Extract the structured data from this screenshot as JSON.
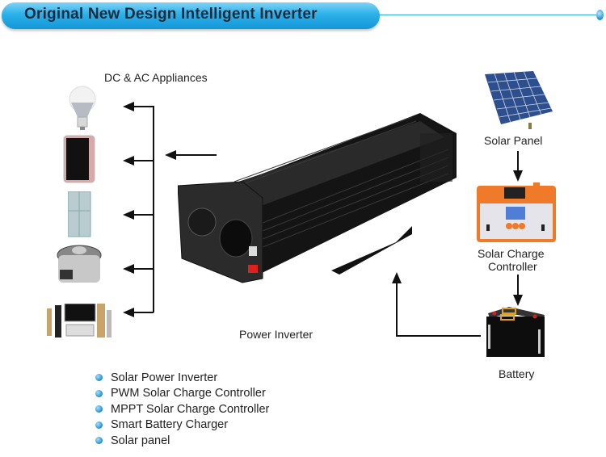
{
  "header": {
    "title": "Original New Design Intelligent Inverter",
    "colors": {
      "banner": "#1fa4e4",
      "title_text": "#1b2a3a"
    }
  },
  "appliances": {
    "label": "DC & AC Appliances",
    "items": [
      {
        "name": "light-bulb",
        "icon": "bulb-icon"
      },
      {
        "name": "smartphone",
        "icon": "phone-icon"
      },
      {
        "name": "refrigerator",
        "icon": "fridge-icon"
      },
      {
        "name": "rice-cooker",
        "icon": "rice-cooker-icon"
      },
      {
        "name": "home-theater",
        "icon": "home-theater-icon"
      }
    ]
  },
  "inverter": {
    "label": "Power Inverter"
  },
  "solar_panel": {
    "label": "Solar Panel"
  },
  "controller": {
    "label_line1": "Solar Charge",
    "label_line2": "Controller"
  },
  "battery": {
    "label": "Battery"
  },
  "products": [
    "Solar Power Inverter",
    "PWM Solar Charge Controller",
    "MPPT Solar Charge Controller",
    "Smart Battery Charger",
    "Solar panel"
  ]
}
